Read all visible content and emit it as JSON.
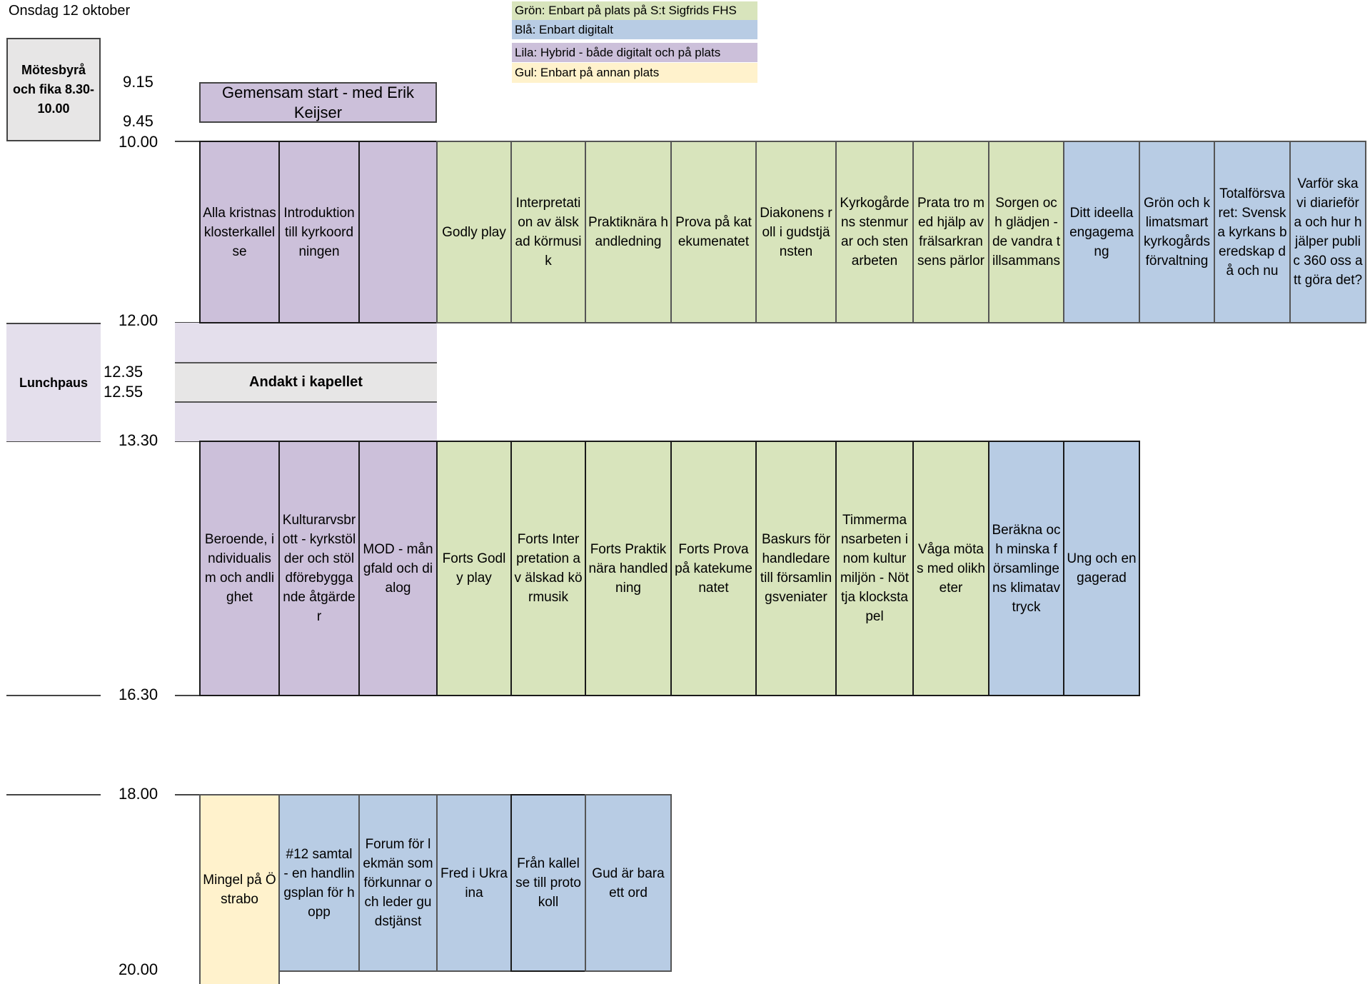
{
  "date_label": "Onsdag 12 oktober",
  "legend": [
    {
      "text": "Grön: Enbart på plats på S:t Sigfrids FHS",
      "color": "#d8e4bc"
    },
    {
      "text": "Blå: Enbart digitalt",
      "color": "#b8cce4"
    },
    {
      "text": "Lila: Hybrid - både digitalt och på plats",
      "color": "#ccc0da"
    },
    {
      "text": "Gul: Enbart på annan plats",
      "color": "#fff2cc"
    }
  ],
  "side": {
    "motesbyra": "Mötesbyrå och fika 8.30-10.00",
    "lunch": "Lunchpaus"
  },
  "times": {
    "t0915": "9.15",
    "t0945": "9.45",
    "t1000": "10.00",
    "t1200": "12.00",
    "t1235": "12.35",
    "t1255": "12.55",
    "t1330": "13.30",
    "t1630": "16.30",
    "t1800": "18.00",
    "t2000": "20.00"
  },
  "opening": "Gemensam start - med Erik Keijser",
  "andakt": "Andakt i kapellet",
  "morning": [
    {
      "text": "Alla kristnas klosterkallelse",
      "color": "purple"
    },
    {
      "text": "Introduktion till kyrkoordningen",
      "color": "purple"
    },
    {
      "text": "",
      "color": "purple"
    },
    {
      "text": "Godly play",
      "color": "green"
    },
    {
      "text": "Interpretation av älskad körmusik",
      "color": "green"
    },
    {
      "text": "Praktiknära handledning",
      "color": "green"
    },
    {
      "text": "Prova på katekumenatet",
      "color": "green"
    },
    {
      "text": "Diakonens roll i gudstjänsten",
      "color": "green"
    },
    {
      "text": "Kyrkogårdens stenmurar och stenarbeten",
      "color": "green"
    },
    {
      "text": "Prata tro med hjälp av frälsarkransens pärlor",
      "color": "green"
    },
    {
      "text": "Sorgen och glädjen - de vandra tillsammans",
      "color": "green"
    },
    {
      "text": "Ditt ideella engagemang",
      "color": "blue"
    },
    {
      "text": "Grön och klimatsmart kyrkogårdsförvaltning",
      "color": "blue"
    },
    {
      "text": "Totalförsvaret: Svenska kyrkans beredskap då och nu",
      "color": "blue"
    },
    {
      "text": "Varför ska vi diarieföra och hur hjälper public 360 oss att göra det?",
      "color": "blue"
    }
  ],
  "afternoon": [
    {
      "text": "Beroende, individualism och andlighet",
      "color": "purple"
    },
    {
      "text": "Kulturarvsbrott - kyrkstölder och stöldförebyggande åtgärder",
      "color": "purple"
    },
    {
      "text": "MOD - mångfald och dialog",
      "color": "purple"
    },
    {
      "text": "Forts Godly play",
      "color": "green"
    },
    {
      "text": "Forts Interpretation av älskad körmusik",
      "color": "green"
    },
    {
      "text": "Forts Praktiknära handledning",
      "color": "green"
    },
    {
      "text": "Forts Prova på katekumenatet",
      "color": "green"
    },
    {
      "text": "Baskurs för handledare till församlingsveniater",
      "color": "green"
    },
    {
      "text": "Timmermansarbeten inom kulturmiljön - Nöttja klockstapel",
      "color": "green"
    },
    {
      "text": "Våga mötas med olikheter",
      "color": "green"
    },
    {
      "text": "Beräkna och minska församlingens klimatavtryck",
      "color": "blue"
    },
    {
      "text": "Ung och engagerad",
      "color": "blue"
    }
  ],
  "evening": [
    {
      "text": "Mingel på Östrabo",
      "color": "yellow"
    },
    {
      "text": "#12 samtal - en handlingsplan för hopp",
      "color": "blue"
    },
    {
      "text": "Forum för lekmän som förkunnar och leder gudstjänst",
      "color": "blue"
    },
    {
      "text": "Fred i Ukraina",
      "color": "blue"
    },
    {
      "text": "Från kallelse till protokoll",
      "color": "blue"
    },
    {
      "text": "Gud är bara ett ord",
      "color": "blue"
    }
  ]
}
